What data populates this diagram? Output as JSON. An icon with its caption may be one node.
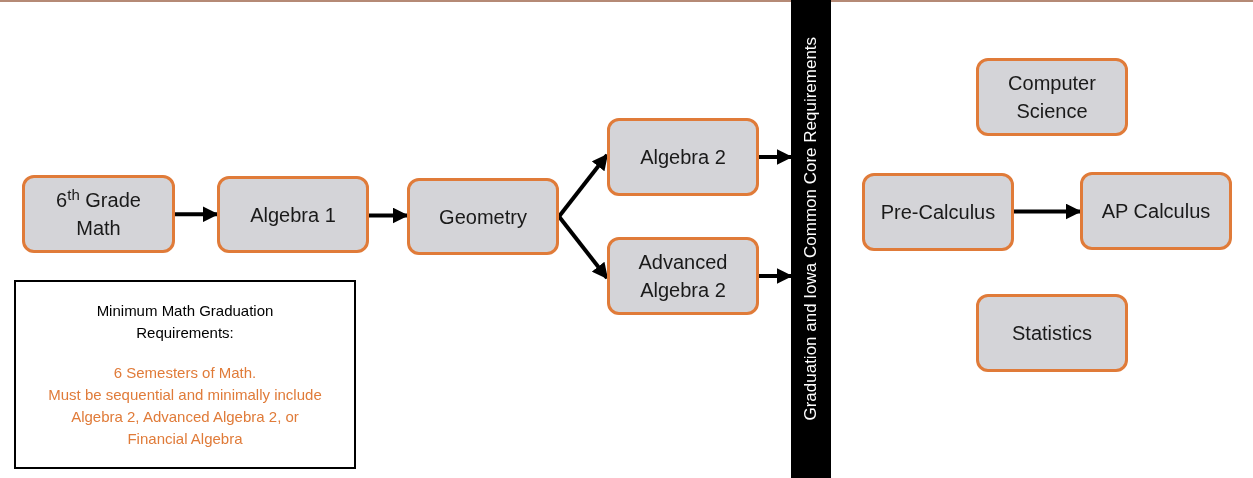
{
  "diagram": {
    "nodes": [
      {
        "text": [
          "6$^{th}$ Grade Math"
        ]
      },
      {
        "text": [
          "Algebra 1"
        ]
      },
      {
        "text": [
          "Geometry"
        ]
      },
      {
        "text": [
          "Algebra 2"
        ]
      },
      {
        "text": [
          "Advanced Algebra 2"
        ]
      },
      {
        "text": [
          "Graduation and Iowa Common Core Requirements"
        ]
      },
      {
        "text": [
          "Computer Science"
        ]
      },
      {
        "text": [
          "Pre-Calculus"
        ]
      },
      {
        "text": [
          "AP Calculus"
        ]
      },
      {
        "text": [
          "Statistics"
        ]
      },
      {
        "text": [
          "Minimum Math Graduation Requirements:",
          "6 Semesters of Math.",
          "Must be sequential and minimally include Algebra 2, Advanced Algebra 2, or Financial Algebra"
        ]
      }
    ],
    "edges": [
      {
        "from": 0,
        "to": 1,
        "arrow": "to"
      },
      {
        "from": 1,
        "to": 2,
        "arrow": "to"
      },
      {
        "from": 2,
        "to": 3,
        "arrow": "to"
      },
      {
        "from": 2,
        "to": 4,
        "arrow": "to"
      },
      {
        "from": 3,
        "to": 5,
        "arrow": "to"
      },
      {
        "from": 4,
        "to": 5,
        "arrow": "to"
      },
      {
        "from": 7,
        "to": 8,
        "arrow": "to"
      }
    ]
  }
}
